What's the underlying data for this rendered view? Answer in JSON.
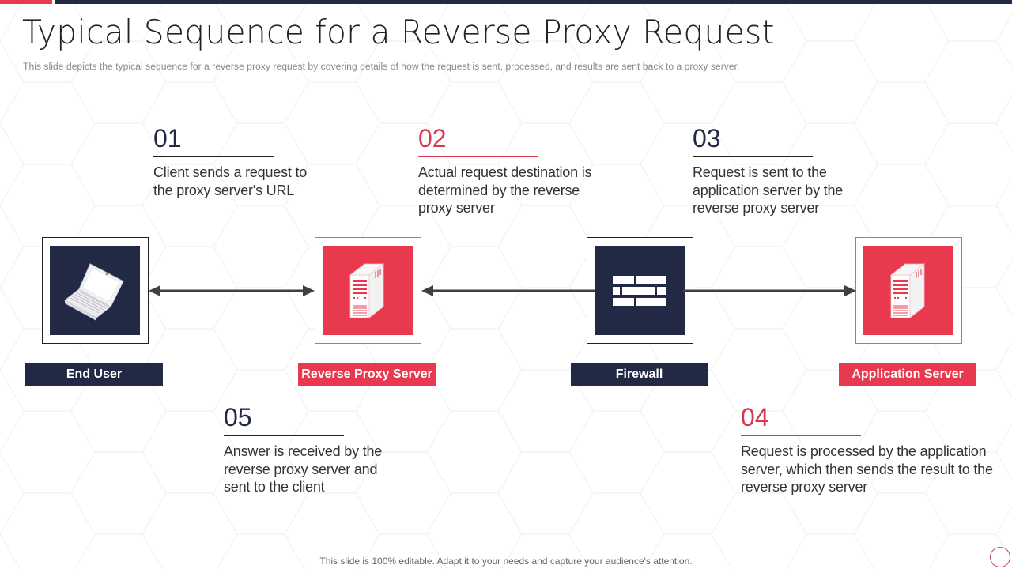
{
  "slide": {
    "title": "Typical Sequence for a Reverse Proxy Request",
    "subtitle": "This slide depicts the typical sequence for a reverse  proxy request by covering details of how the request is sent, processed, and results are sent back to a proxy server.",
    "footer": "This slide is 100% editable. Adapt it to your needs and capture your audience's attention."
  },
  "colors": {
    "accent_red": "#e8394f",
    "navy": "#222944",
    "text_dark": "#333333",
    "text_muted": "#8a8a8a"
  },
  "steps": [
    {
      "number": "01",
      "text": "Client sends a request to the proxy server's URL",
      "color": "navy"
    },
    {
      "number": "02",
      "text": "Actual request destination is determined by the reverse proxy server",
      "color": "red"
    },
    {
      "number": "03",
      "text": "Request is sent to the application server by the reverse proxy server",
      "color": "navy"
    },
    {
      "number": "04",
      "text": "Request is processed by the application server, which then sends the result to the reverse proxy server",
      "color": "red"
    },
    {
      "number": "05",
      "text": "Answer is received by the reverse proxy server and sent to the client",
      "color": "navy"
    }
  ],
  "nodes": [
    {
      "label": "End User",
      "icon": "laptop-icon",
      "color": "navy"
    },
    {
      "label": "Reverse Proxy Server",
      "icon": "server-tower-icon",
      "color": "red"
    },
    {
      "label": "Firewall",
      "icon": "brick-wall-icon",
      "color": "navy"
    },
    {
      "label": "Application Server",
      "icon": "server-tower-icon",
      "color": "red"
    }
  ],
  "connections": [
    {
      "from": "End User",
      "to": "Reverse Proxy Server",
      "direction": "both"
    },
    {
      "from": "Firewall",
      "to": "Reverse Proxy Server",
      "direction": "to"
    },
    {
      "from": "Firewall",
      "to": "Application Server",
      "direction": "to"
    }
  ]
}
